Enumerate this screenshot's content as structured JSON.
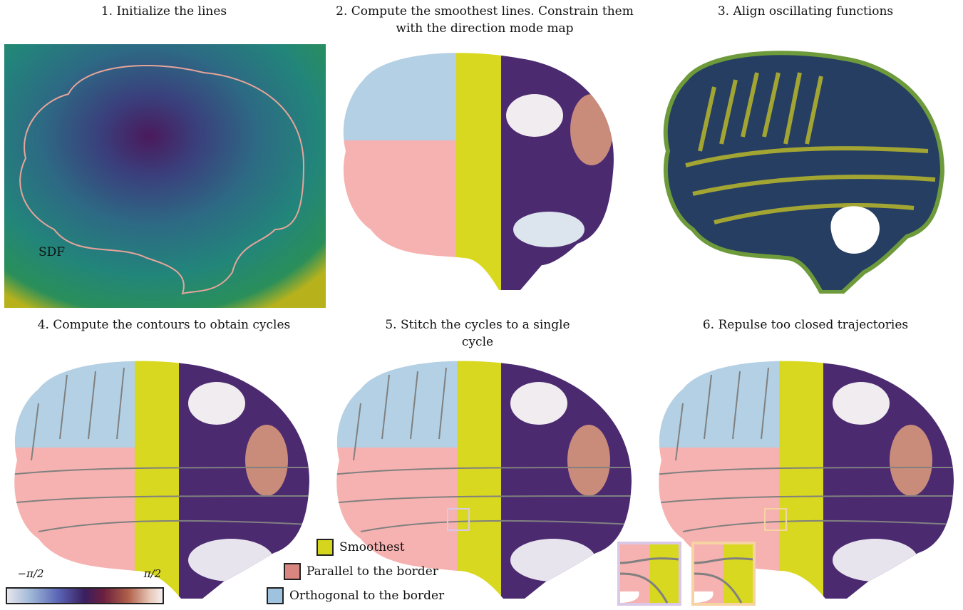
{
  "steps": [
    {
      "label": "1. Initialize the lines"
    },
    {
      "label": "2. Compute the smoothest lines. Constrain them with the direction mode map"
    },
    {
      "label": "3. Align oscillating functions"
    },
    {
      "label": "4. Compute the contours to obtain cycles"
    },
    {
      "label": "5. Stitch the cycles to a single cycle"
    },
    {
      "label": "6. Repulse too closed trajectories"
    }
  ],
  "sdf_label": "SDF",
  "legend": [
    {
      "label": "Smoothest",
      "color": "#d6d51e"
    },
    {
      "label": "Parallel to the border",
      "color": "#d8867f"
    },
    {
      "label": "Orthogonal to the border",
      "color": "#9fc3de"
    }
  ],
  "colorbar": {
    "min_label": "−π/2",
    "max_label": "π/2"
  },
  "colors": {
    "orthogonal": "#b4d0e4",
    "parallel": "#f6b2b0",
    "smoothest": "#d9d820",
    "contour": "#808080"
  }
}
